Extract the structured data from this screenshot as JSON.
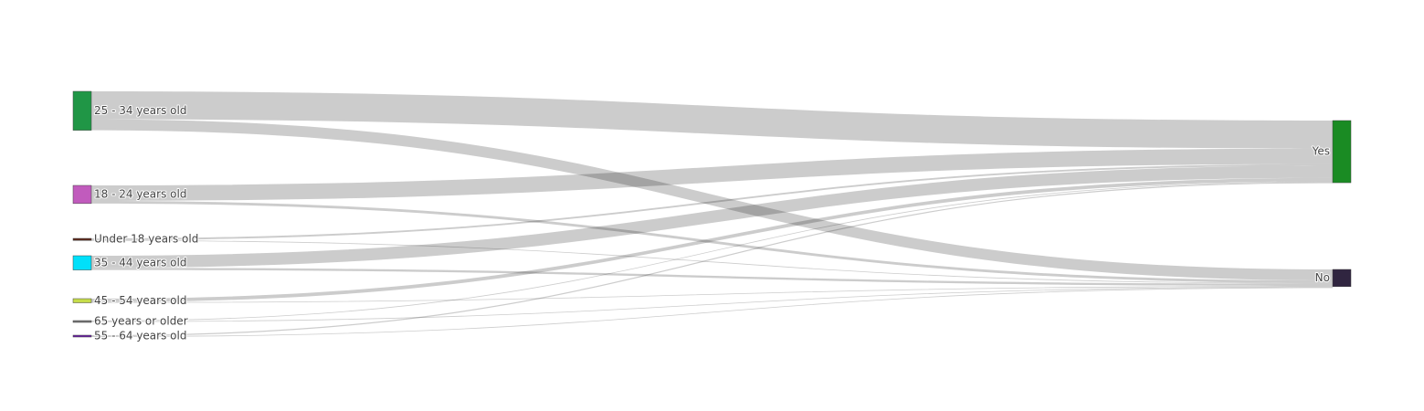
{
  "chart_data": {
    "type": "sankey",
    "sources": [
      {
        "label": "25 - 34 years old",
        "color": "#209646"
      },
      {
        "label": "18 - 24 years old",
        "color": "#c15bbd"
      },
      {
        "label": "Under 18 years old",
        "color": "#5c2a1c"
      },
      {
        "label": "35 - 44 years old",
        "color": "#00e0fa"
      },
      {
        "label": "45 - 54 years old",
        "color": "#c6dc4a"
      },
      {
        "label": "65 years or older",
        "color": "#777777"
      },
      {
        "label": "55 - 64 years old",
        "color": "#6a1fa3"
      }
    ],
    "targets": [
      {
        "label": "Yes",
        "color": "#1a8b23"
      },
      {
        "label": "No",
        "color": "#302540"
      }
    ],
    "links": [
      {
        "source": "25 - 34 years old",
        "target": "Yes",
        "value": 3520
      },
      {
        "source": "25 - 34 years old",
        "target": "No",
        "value": 1380
      },
      {
        "source": "18 - 24 years old",
        "target": "Yes",
        "value": 1950
      },
      {
        "source": "18 - 24 years old",
        "target": "No",
        "value": 330
      },
      {
        "source": "Under 18 years old",
        "target": "Yes",
        "value": 220
      },
      {
        "source": "Under 18 years old",
        "target": "No",
        "value": 40
      },
      {
        "source": "35 - 44 years old",
        "target": "Yes",
        "value": 1520
      },
      {
        "source": "35 - 44 years old",
        "target": "No",
        "value": 270
      },
      {
        "source": "45 - 54 years old",
        "target": "Yes",
        "value": 440
      },
      {
        "source": "45 - 54 years old",
        "target": "No",
        "value": 80
      },
      {
        "source": "65 years or older",
        "target": "Yes",
        "value": 30
      },
      {
        "source": "65 years or older",
        "target": "No",
        "value": 30
      },
      {
        "source": "55 - 64 years old",
        "target": "Yes",
        "value": 140
      },
      {
        "source": "55 - 64 years old",
        "target": "No",
        "value": 30
      }
    ]
  }
}
